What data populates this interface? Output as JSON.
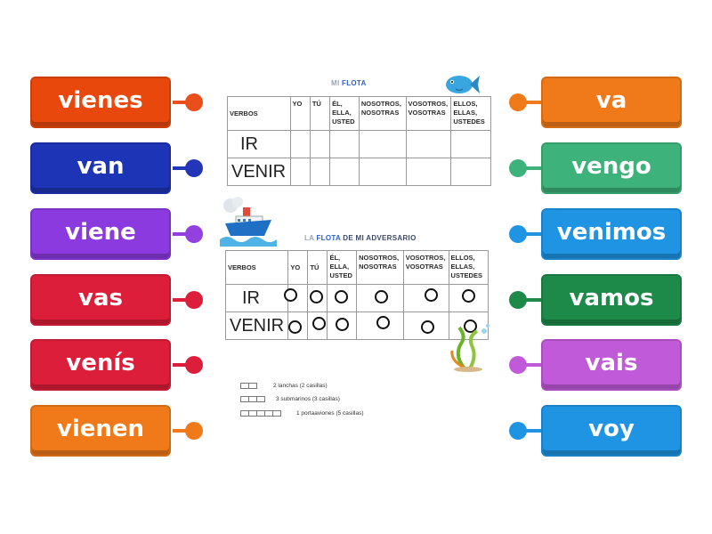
{
  "left_tiles": [
    {
      "label": "vienes",
      "color": "#e9480d",
      "dot": "#ea4e1b"
    },
    {
      "label": "van",
      "color": "#1e34b7",
      "dot": "#2336b8"
    },
    {
      "label": "viene",
      "color": "#8b3adf",
      "dot": "#9240e0"
    },
    {
      "label": "vas",
      "color": "#dd1e3a",
      "dot": "#dd1e3a"
    },
    {
      "label": "venís",
      "color": "#dd1e3a",
      "dot": "#dd1e3a"
    },
    {
      "label": "vienen",
      "color": "#f07a1a",
      "dot": "#f07a1a"
    }
  ],
  "right_tiles": [
    {
      "label": "va",
      "color": "#f07a1a",
      "dot": "#f07a1a"
    },
    {
      "label": "vengo",
      "color": "#3db27a",
      "dot": "#3db27a"
    },
    {
      "label": "venimos",
      "color": "#1f94e3",
      "dot": "#1f94e3"
    },
    {
      "label": "vamos",
      "color": "#1d8a4a",
      "dot": "#1d8a4a"
    },
    {
      "label": "vais",
      "color": "#c05ad8",
      "dot": "#c05ad8"
    },
    {
      "label": "voy",
      "color": "#1f94e3",
      "dot": "#1f94e3"
    }
  ],
  "worksheet": {
    "fleet_title_prefix": "MI ",
    "fleet_title_highlight": "FLOTA",
    "adversary_title_prefix": "LA ",
    "adversary_title_highlight": "FLOTA",
    "adversary_title_suffix": " DE MI ADVERSARIO",
    "headers": [
      "VERBOS",
      "YO",
      "TÚ",
      "ÉL, ELLA, USTED",
      "NOSOTROS, NOSOTRAS",
      "VOSOTROS, VOSOTRAS",
      "ELLOS, ELLAS, USTEDES"
    ],
    "rows": [
      "IR",
      "VENIR"
    ],
    "legend": [
      {
        "text": "2 lanchas (2 casillas)"
      },
      {
        "text": "3 submarinos (3 casillas)"
      },
      {
        "text": "1 portaaviones (5 casillas)"
      }
    ]
  }
}
